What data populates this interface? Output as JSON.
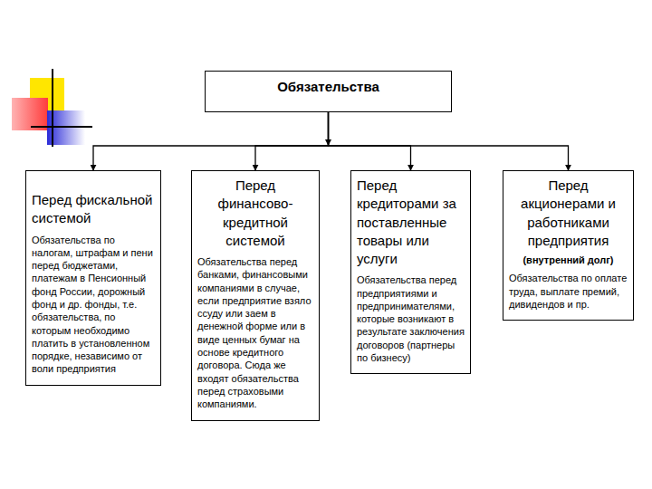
{
  "diagram": {
    "nodes": [
      {
        "text": [
          "Обязательства"
        ]
      },
      {
        "text": [
          "Перед фискальной системой",
          "Обязательства по налогам, штрафам и пени перед бюджетами, платежам в Пенсионный фонд России, дорожный фонд и др. фонды, т.е. обязательства, по которым необходимо платить в установленном порядке, независимо от воли предприятия"
        ]
      },
      {
        "text": [
          "Перед финансово-кредитной системой",
          "Обязательства перед банками, финансовыми компаниями в случае, если предприятие взяло ссуду или заем в денежной форме или в виде ценных бумаг на основе кредитного договора. Сюда же входят обязательства перед страховыми компаниями."
        ]
      },
      {
        "text": [
          "Перед кредиторами за поставленные товары или услуги",
          "Обязательства перед предприятиями и предпринимателями, которые возникают в результате заключения договоров (партнеры по бизнесу)"
        ]
      },
      {
        "text": [
          "Перед акционерами и работниками предприятия",
          "(внутренний долг)",
          "Обязательства по оплате труда, выплате премий, дивидендов и пр."
        ]
      }
    ],
    "edges": [
      {
        "from": 0,
        "to": 1,
        "arrow": "to"
      },
      {
        "from": 0,
        "to": 2,
        "arrow": "to"
      },
      {
        "from": 0,
        "to": 3,
        "arrow": "to"
      },
      {
        "from": 0,
        "to": 4,
        "arrow": "to"
      }
    ]
  }
}
